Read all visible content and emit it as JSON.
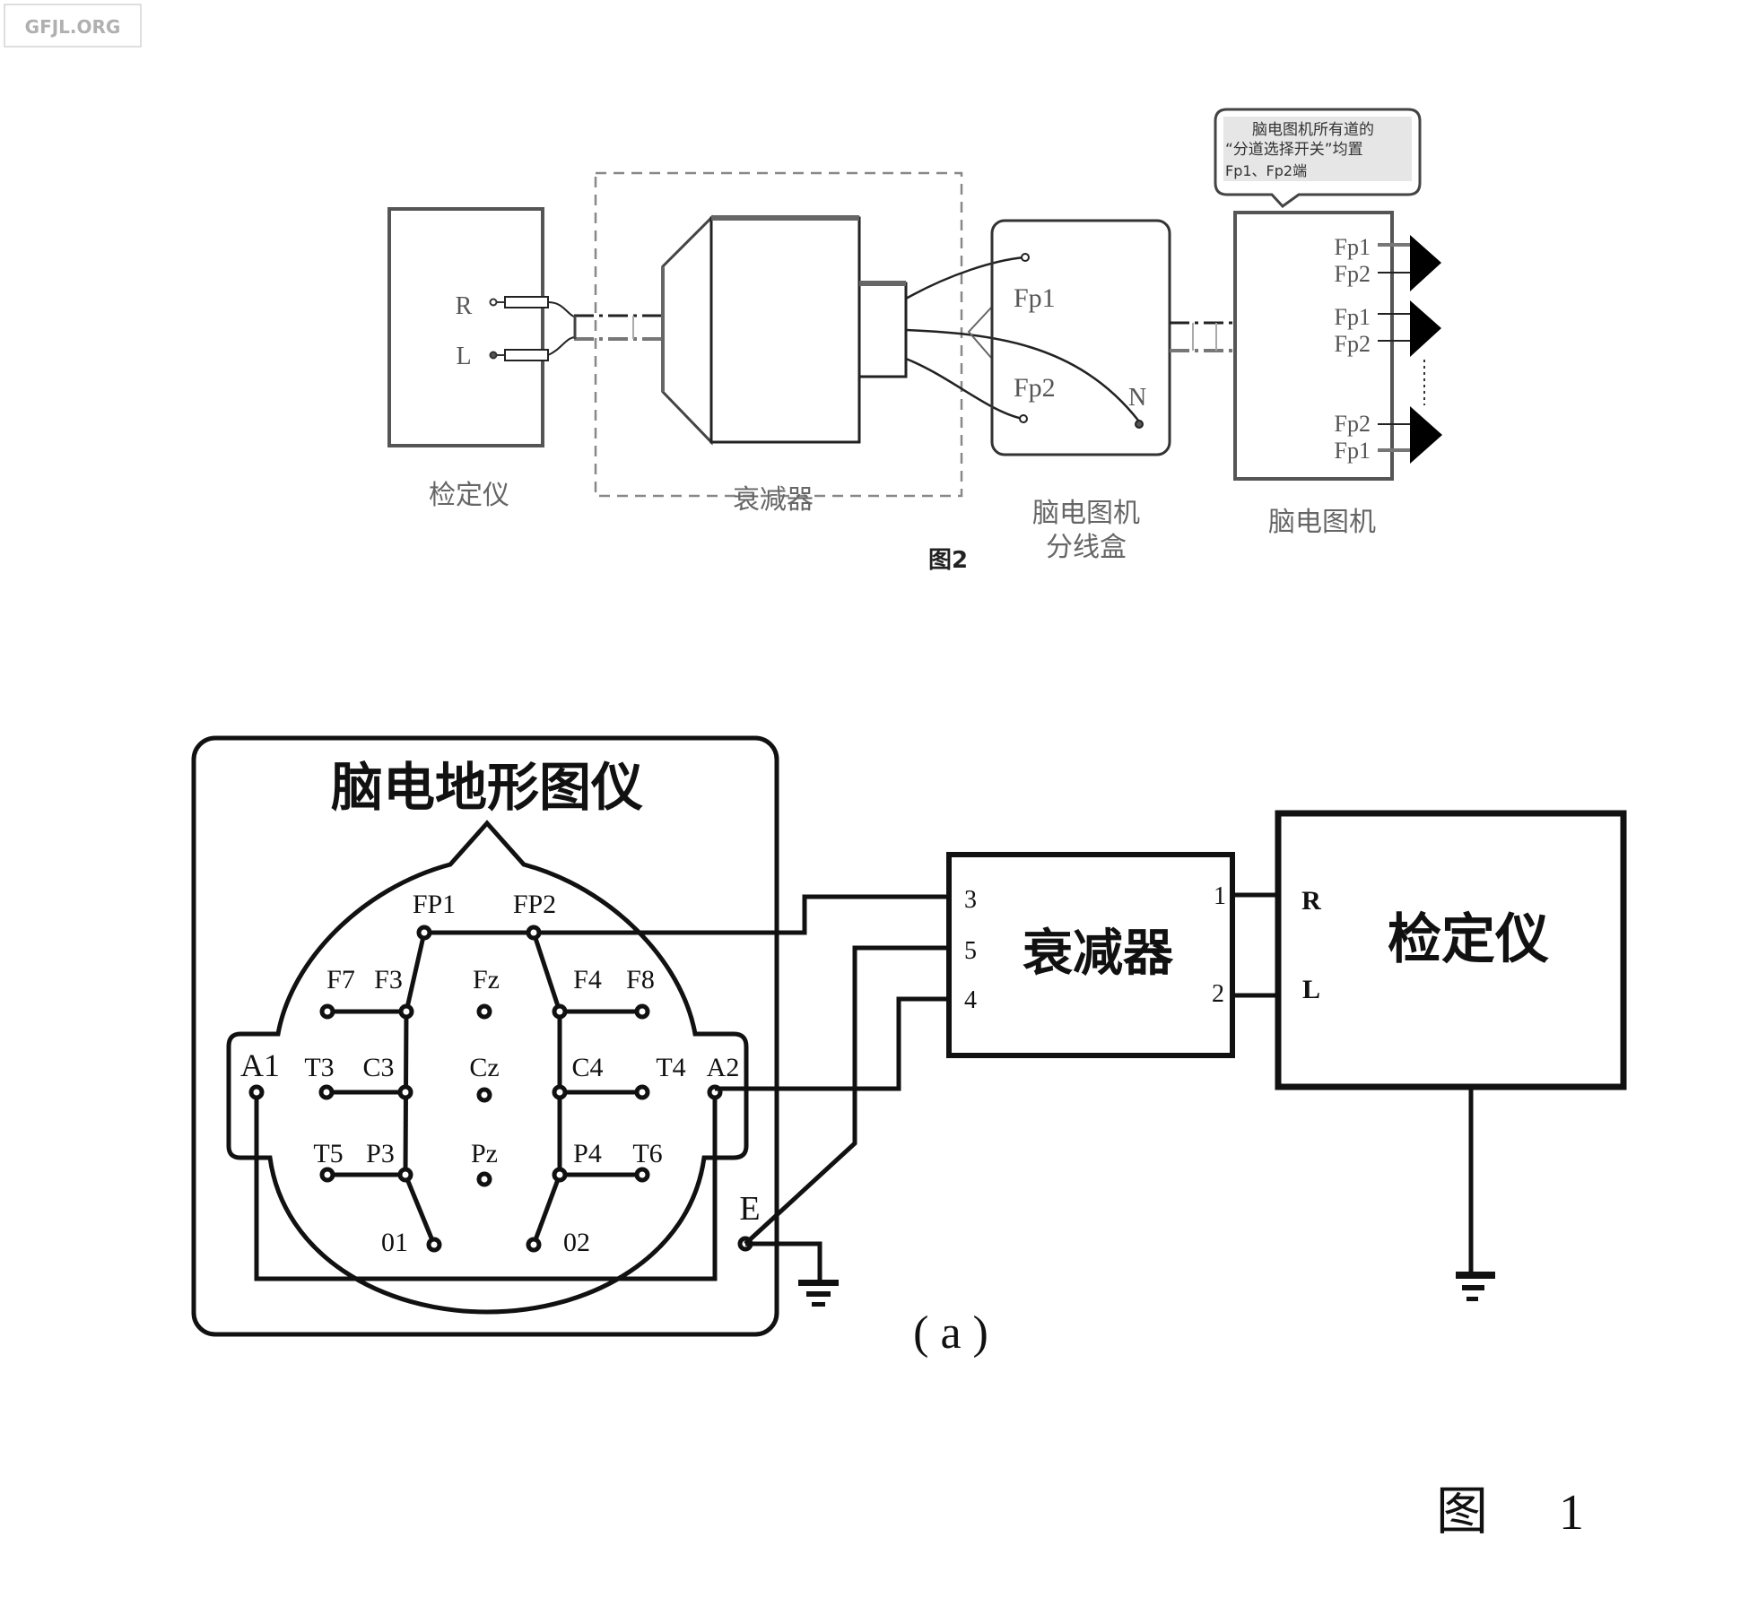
{
  "watermark": "GFJL.ORG",
  "figure2": {
    "caption": "图2",
    "calibrator": {
      "label": "检定仪",
      "ports": [
        "R",
        "L"
      ]
    },
    "attenuator": {
      "label": "衰减器"
    },
    "junction_box": {
      "label_line1": "脑电图机",
      "label_line2": "分线盒",
      "terminals": [
        "Fp1",
        "Fp2",
        "N"
      ]
    },
    "eeg_machine": {
      "label": "脑电图机",
      "channel_pairs": [
        [
          "Fp1",
          "Fp2"
        ],
        [
          "Fp1",
          "Fp2"
        ],
        [
          "Fp2",
          "Fp1"
        ]
      ]
    },
    "callout": {
      "line1": "脑电图机所有道的",
      "line2": "“分道选择开关”均置",
      "line3": "Fp1、Fp2端"
    }
  },
  "figure1": {
    "caption_char": "图",
    "caption_num": "1",
    "subcaption": "( a )",
    "topography": {
      "title": "脑电地形图仪",
      "electrodes": {
        "FP1": "FP1",
        "FP2": "FP2",
        "F7": "F7",
        "F3": "F3",
        "Fz": "Fz",
        "F4": "F4",
        "F8": "F8",
        "A1": "A1",
        "T3": "T3",
        "C3": "C3",
        "Cz": "Cz",
        "C4": "C4",
        "T4": "T4",
        "A2": "A2",
        "T5": "T5",
        "P3": "P3",
        "Pz": "Pz",
        "P4": "P4",
        "T6": "T6",
        "O1": "01",
        "O2": "02",
        "E": "E"
      }
    },
    "attenuator": {
      "label": "衰减器",
      "ports_left": [
        "3",
        "5",
        "4"
      ],
      "ports_right": [
        "1",
        "2"
      ]
    },
    "calibrator": {
      "label": "检定仪",
      "ports": [
        "R",
        "L"
      ]
    }
  }
}
